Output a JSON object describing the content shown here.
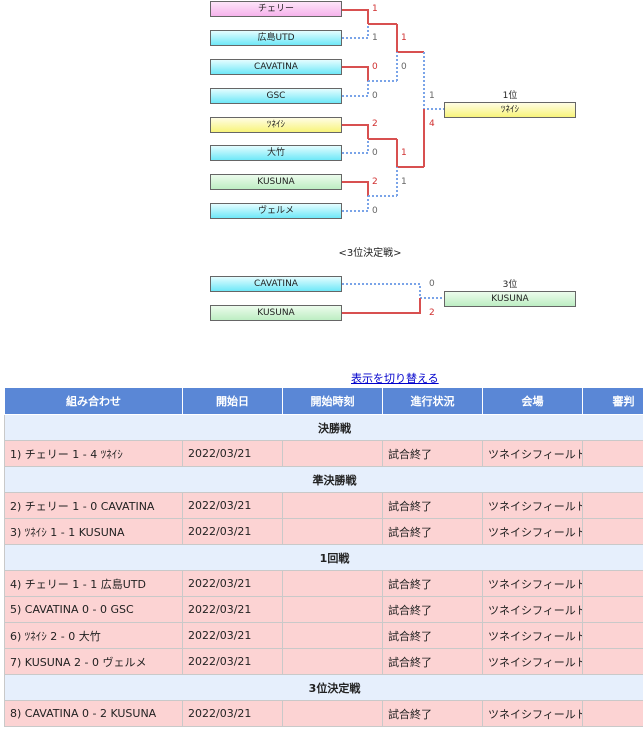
{
  "bracket": {
    "teams": [
      {
        "name": "チェリー",
        "color": "pink",
        "score": "1",
        "win": true
      },
      {
        "name": "広島UTD",
        "color": "cyan",
        "score": "1",
        "win": false
      },
      {
        "name": "CAVATINA",
        "color": "cyan",
        "score": "0",
        "win": true
      },
      {
        "name": "GSC",
        "color": "cyan",
        "score": "0",
        "win": false
      },
      {
        "name": "ﾂﾈｲｼ",
        "color": "yellow",
        "score": "2",
        "win": true
      },
      {
        "name": "大竹",
        "color": "cyan",
        "score": "0",
        "win": false
      },
      {
        "name": "KUSUNA",
        "color": "green",
        "score": "2",
        "win": true
      },
      {
        "name": "ヴェルメ",
        "color": "cyan",
        "score": "0",
        "win": false
      }
    ],
    "semi_scores": [
      {
        "score": "1",
        "win": true
      },
      {
        "score": "0",
        "win": false
      },
      {
        "score": "1",
        "win": true
      },
      {
        "score": "1",
        "win": false
      }
    ],
    "final_scores": [
      {
        "score": "1",
        "win": false
      },
      {
        "score": "4",
        "win": true
      }
    ],
    "winner_label": "1位",
    "winner_name": "ﾂﾈｲｼ",
    "third_title": "<3位決定戦>",
    "third_teams": [
      {
        "name": "CAVATINA",
        "color": "cyan",
        "score": "0",
        "win": false
      },
      {
        "name": "KUSUNA",
        "color": "green",
        "score": "2",
        "win": true
      }
    ],
    "third_label": "3位",
    "third_name": "KUSUNA"
  },
  "toggle_link": "表示を切り替える",
  "table": {
    "headers": [
      "組み合わせ",
      "開始日",
      "開始時刻",
      "進行状況",
      "会場",
      "審判"
    ],
    "sections": [
      {
        "title": "決勝戦",
        "rows": [
          {
            "match": "1)  チェリー   1 - 4   ﾂﾈｲｼ",
            "date": "2022/03/21",
            "time": "",
            "status": "試合終了",
            "venue": "ツネイシフィールドCピッチ",
            "ref": ""
          }
        ]
      },
      {
        "title": "準決勝戦",
        "rows": [
          {
            "match": "2)  チェリー   1 - 0   CAVATINA",
            "date": "2022/03/21",
            "time": "",
            "status": "試合終了",
            "venue": "ツネイシフィールドCピッチ",
            "ref": ""
          },
          {
            "match": "3)  ﾂﾈｲｼ   1 - 1   KUSUNA",
            "date": "2022/03/21",
            "time": "",
            "status": "試合終了",
            "venue": "ツネイシフィールドCピッチ",
            "ref": ""
          }
        ]
      },
      {
        "title": "1回戦",
        "rows": [
          {
            "match": "4)  チェリー   1 - 1   広島UTD",
            "date": "2022/03/21",
            "time": "",
            "status": "試合終了",
            "venue": "ツネイシフィールドCピッチ",
            "ref": ""
          },
          {
            "match": "5)  CAVATINA   0 - 0   GSC",
            "date": "2022/03/21",
            "time": "",
            "status": "試合終了",
            "venue": "ツネイシフィールドCピッチ",
            "ref": ""
          },
          {
            "match": "6)  ﾂﾈｲｼ   2 - 0   大竹",
            "date": "2022/03/21",
            "time": "",
            "status": "試合終了",
            "venue": "ツネイシフィールドCピッチ",
            "ref": ""
          },
          {
            "match": "7)  KUSUNA   2 - 0   ヴェルメ",
            "date": "2022/03/21",
            "time": "",
            "status": "試合終了",
            "venue": "ツネイシフィールドCピッチ",
            "ref": ""
          }
        ]
      },
      {
        "title": "3位決定戦",
        "rows": [
          {
            "match": "8)  CAVATINA   0 - 2   KUSUNA",
            "date": "2022/03/21",
            "time": "",
            "status": "試合終了",
            "venue": "ツネイシフィールドCピッチ",
            "ref": ""
          }
        ]
      }
    ]
  }
}
